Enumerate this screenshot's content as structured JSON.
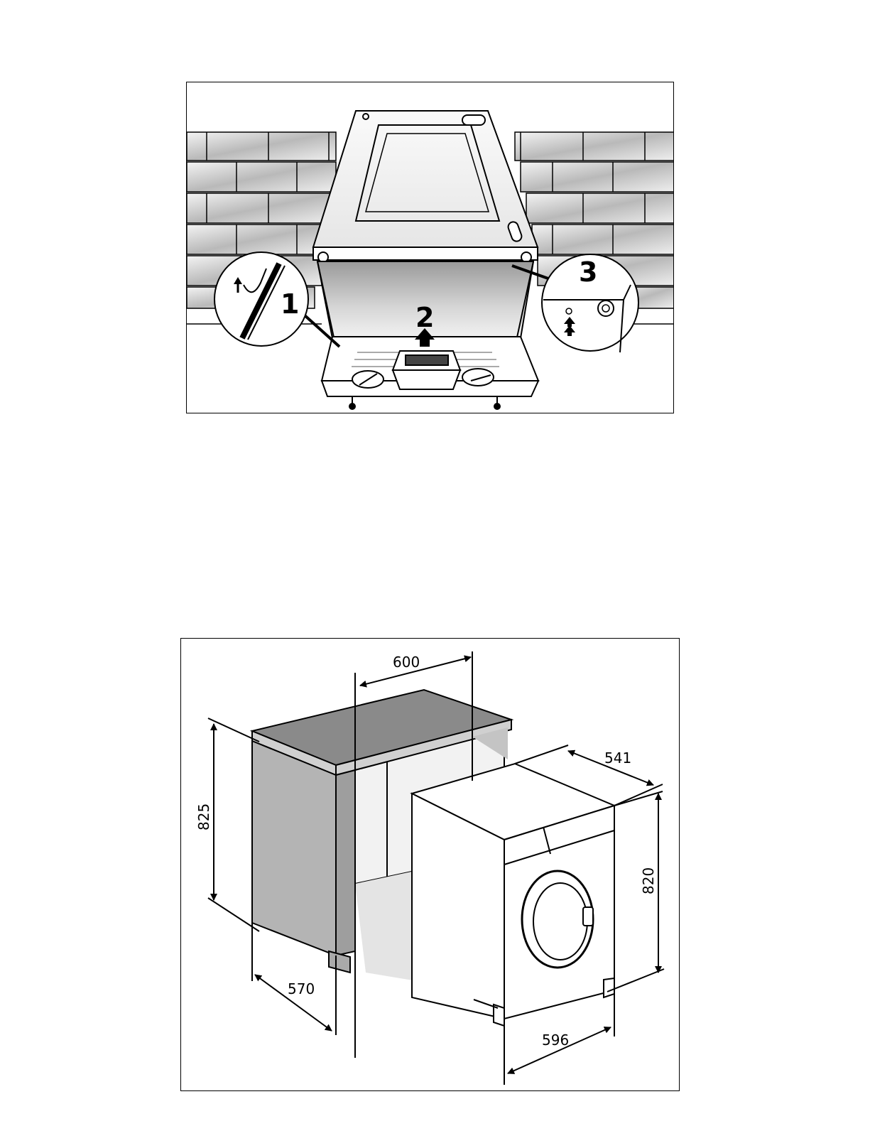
{
  "figure1": {
    "steps": [
      "1",
      "2",
      "3"
    ]
  },
  "figure2": {
    "dimensions": {
      "cabinet_width": "600",
      "cabinet_height": "825",
      "cabinet_depth": "570",
      "machine_depth": "541",
      "machine_height": "820",
      "machine_width": "596"
    }
  }
}
